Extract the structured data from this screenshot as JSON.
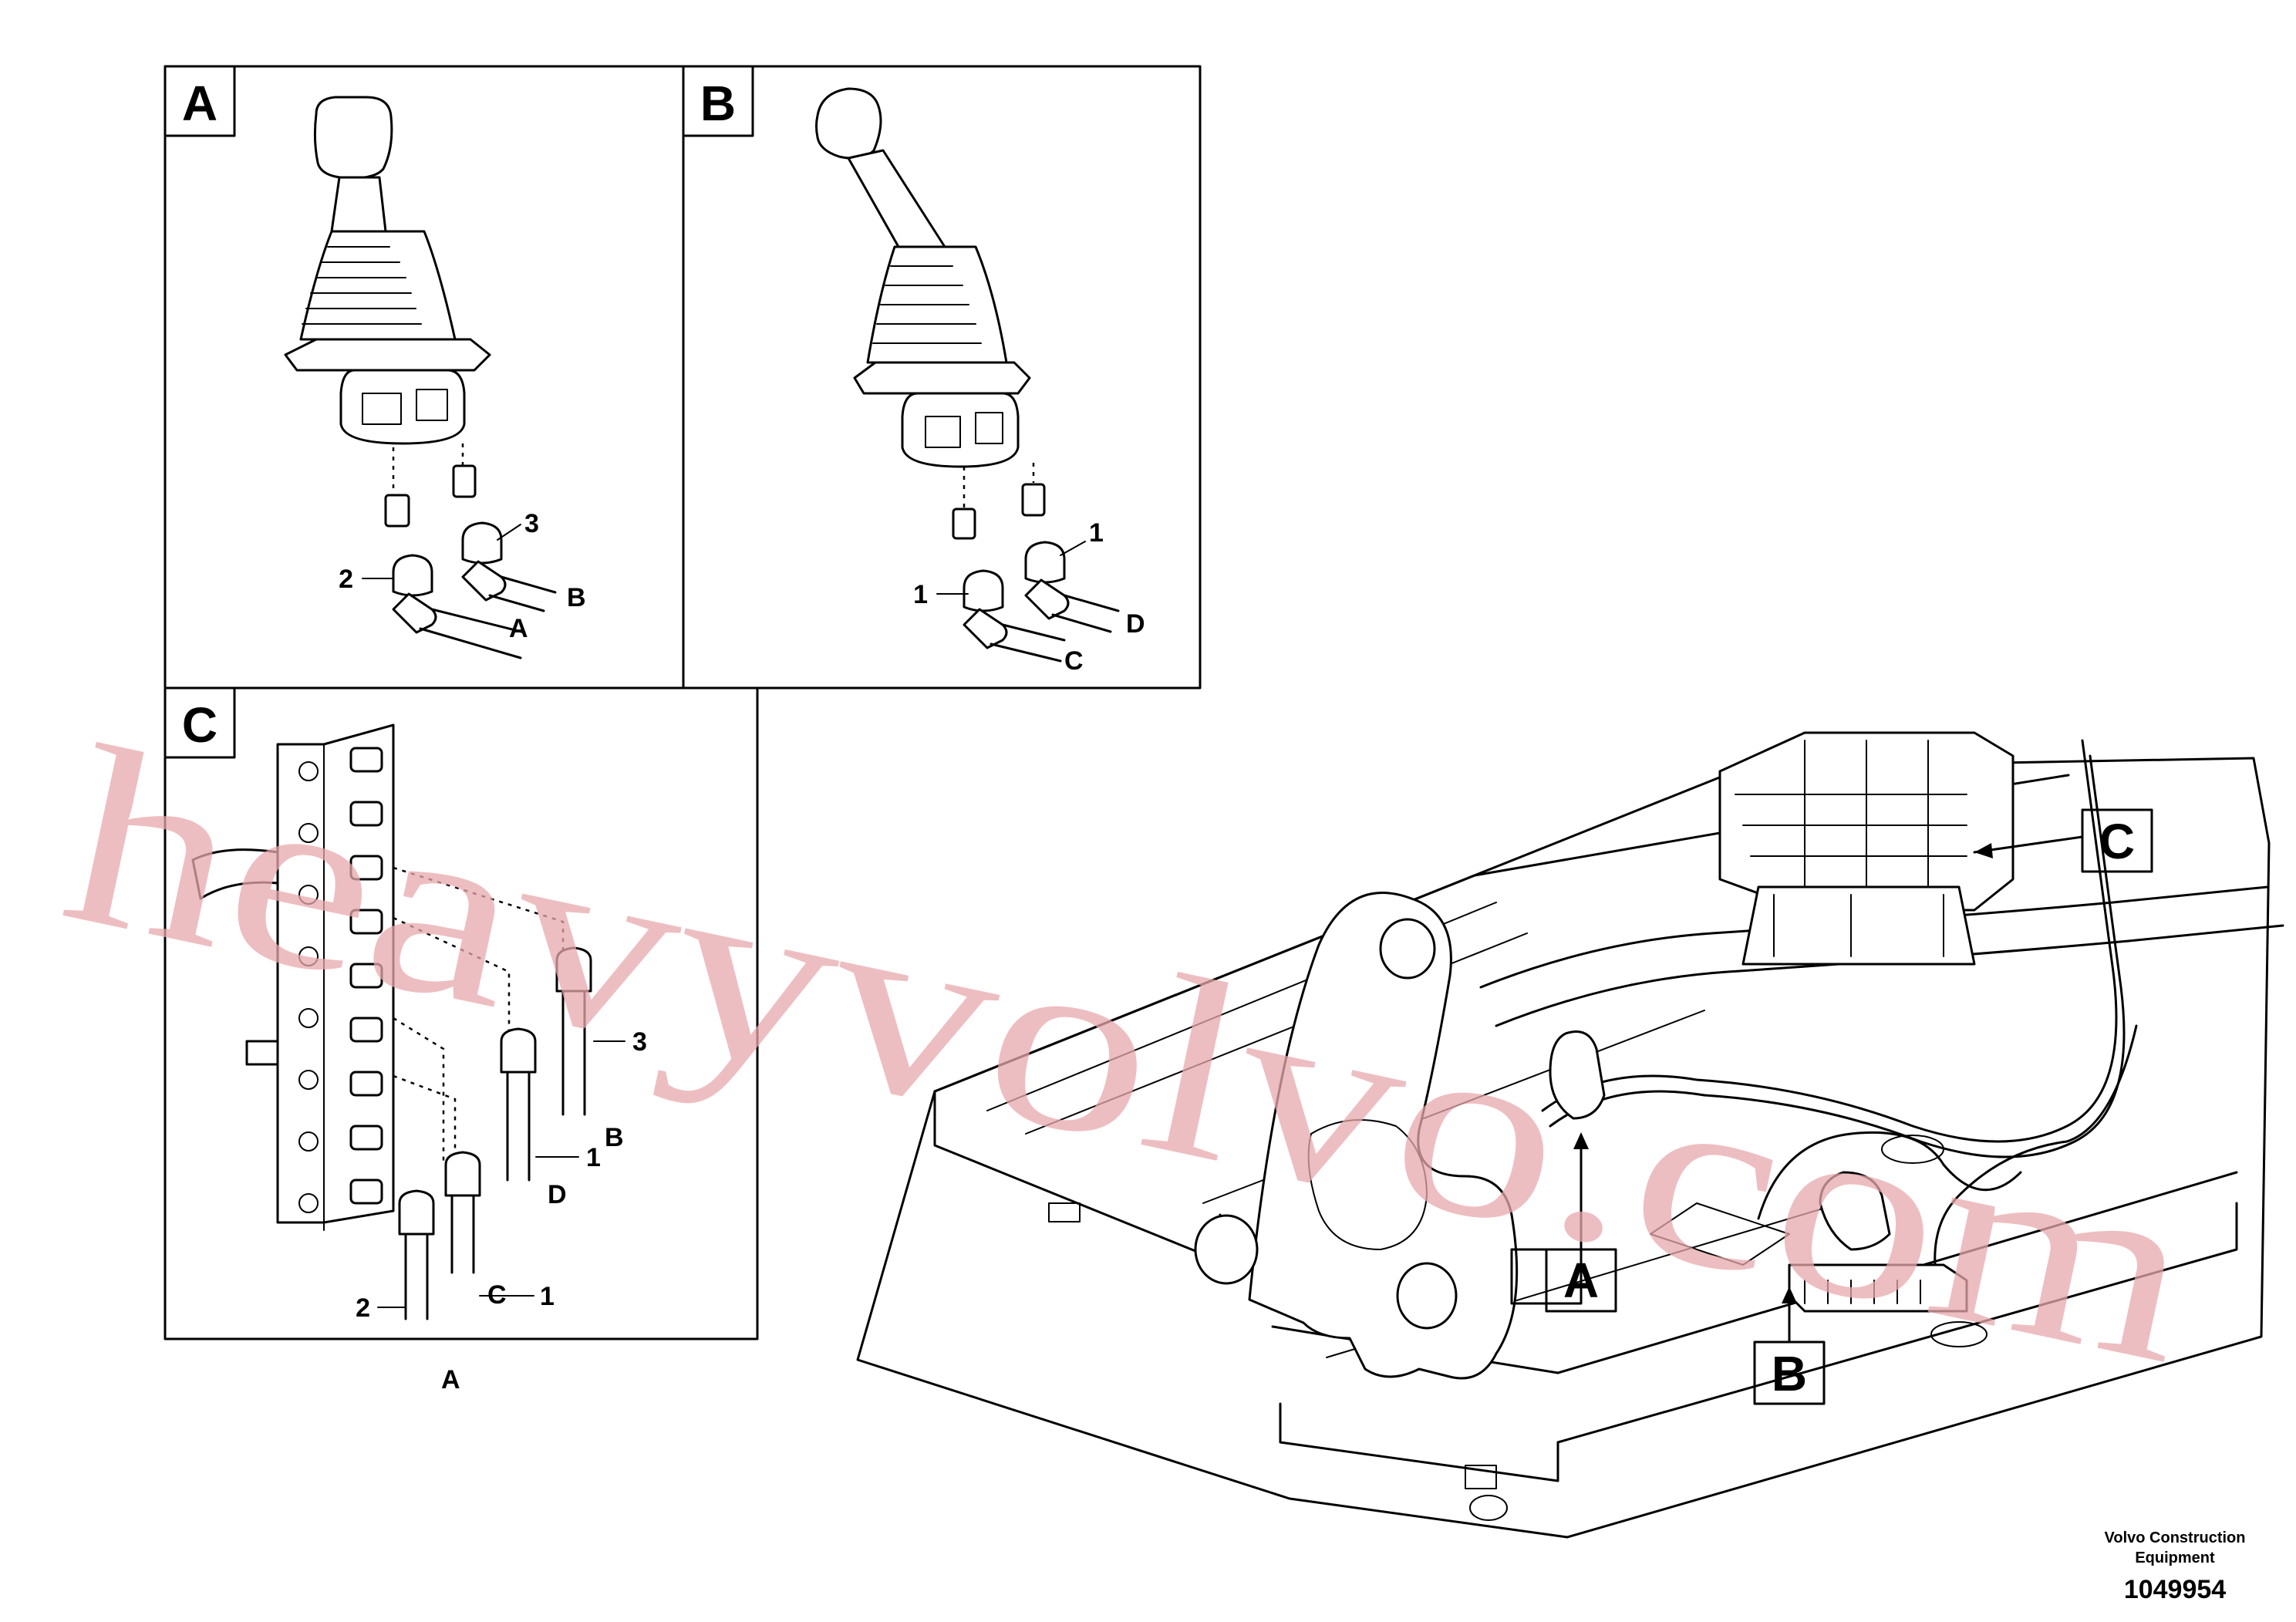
{
  "panels": {
    "a": {
      "letter": "A",
      "callouts": {
        "c2": "2",
        "c3": "3",
        "ca": "A",
        "cb": "B"
      }
    },
    "b": {
      "letter": "B",
      "callouts": {
        "c1a": "1",
        "c1b": "1",
        "cc": "C",
        "cd": "D"
      }
    },
    "c": {
      "letter": "C",
      "callouts": {
        "c3": "3",
        "cb": "B",
        "c1a": "1",
        "cd": "D",
        "c2": "2",
        "cc": "C",
        "c1b": "1",
        "ca": "A"
      }
    }
  },
  "overview_callouts": {
    "a": "A",
    "b": "B",
    "c": "C"
  },
  "watermark": "heavyvolvo.com",
  "credit": {
    "line1": "Volvo Construction",
    "line2": "Equipment"
  },
  "document_number": "1049954"
}
